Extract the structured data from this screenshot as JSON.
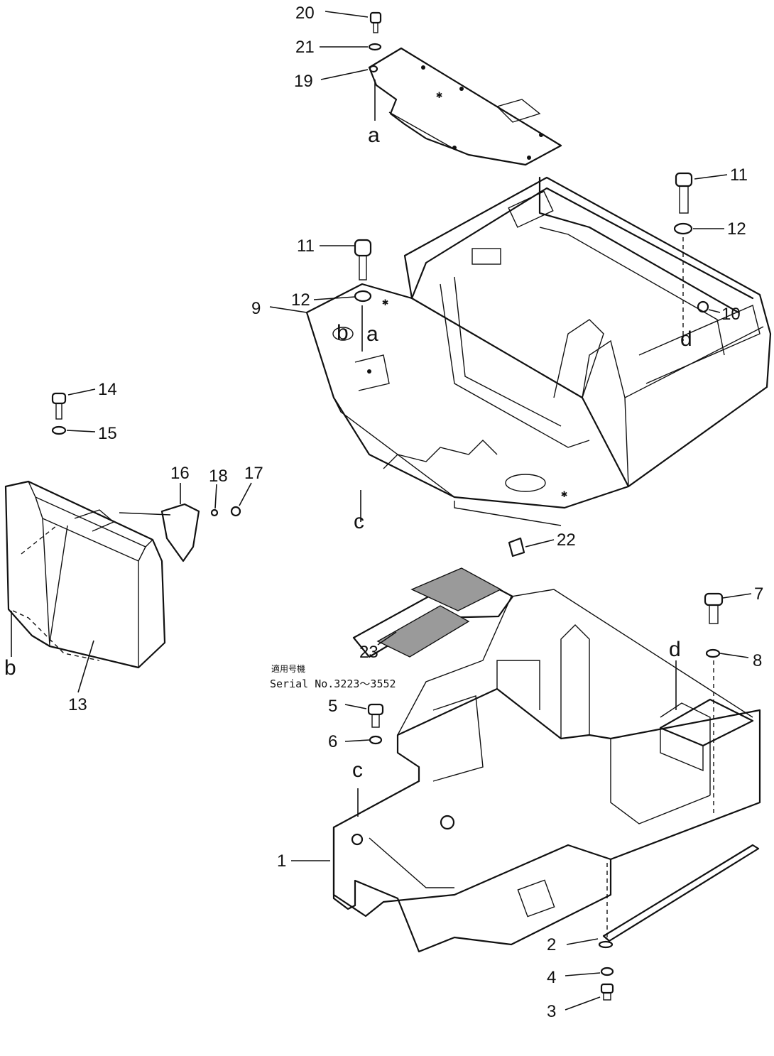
{
  "callouts": {
    "c1": "1",
    "c2": "2",
    "c3": "3",
    "c4": "4",
    "c5": "5",
    "c6": "6",
    "c7": "7",
    "c8": "8",
    "c9": "9",
    "c10": "10",
    "c11a": "11",
    "c11b": "11",
    "c12a": "12",
    "c12b": "12",
    "c13": "13",
    "c14": "14",
    "c15": "15",
    "c16": "16",
    "c17": "17",
    "c18": "18",
    "c19": "19",
    "c20": "20",
    "c21": "21",
    "c22": "22",
    "c23": "23"
  },
  "refs": {
    "a_top": "a",
    "a_mid": "a",
    "b_mid": "b",
    "b_left": "b",
    "c_mid": "c",
    "c_low": "c",
    "d_right": "d",
    "d_low": "d"
  },
  "serial": {
    "jp": "適用号機",
    "range": "Serial No.3223～3552"
  }
}
